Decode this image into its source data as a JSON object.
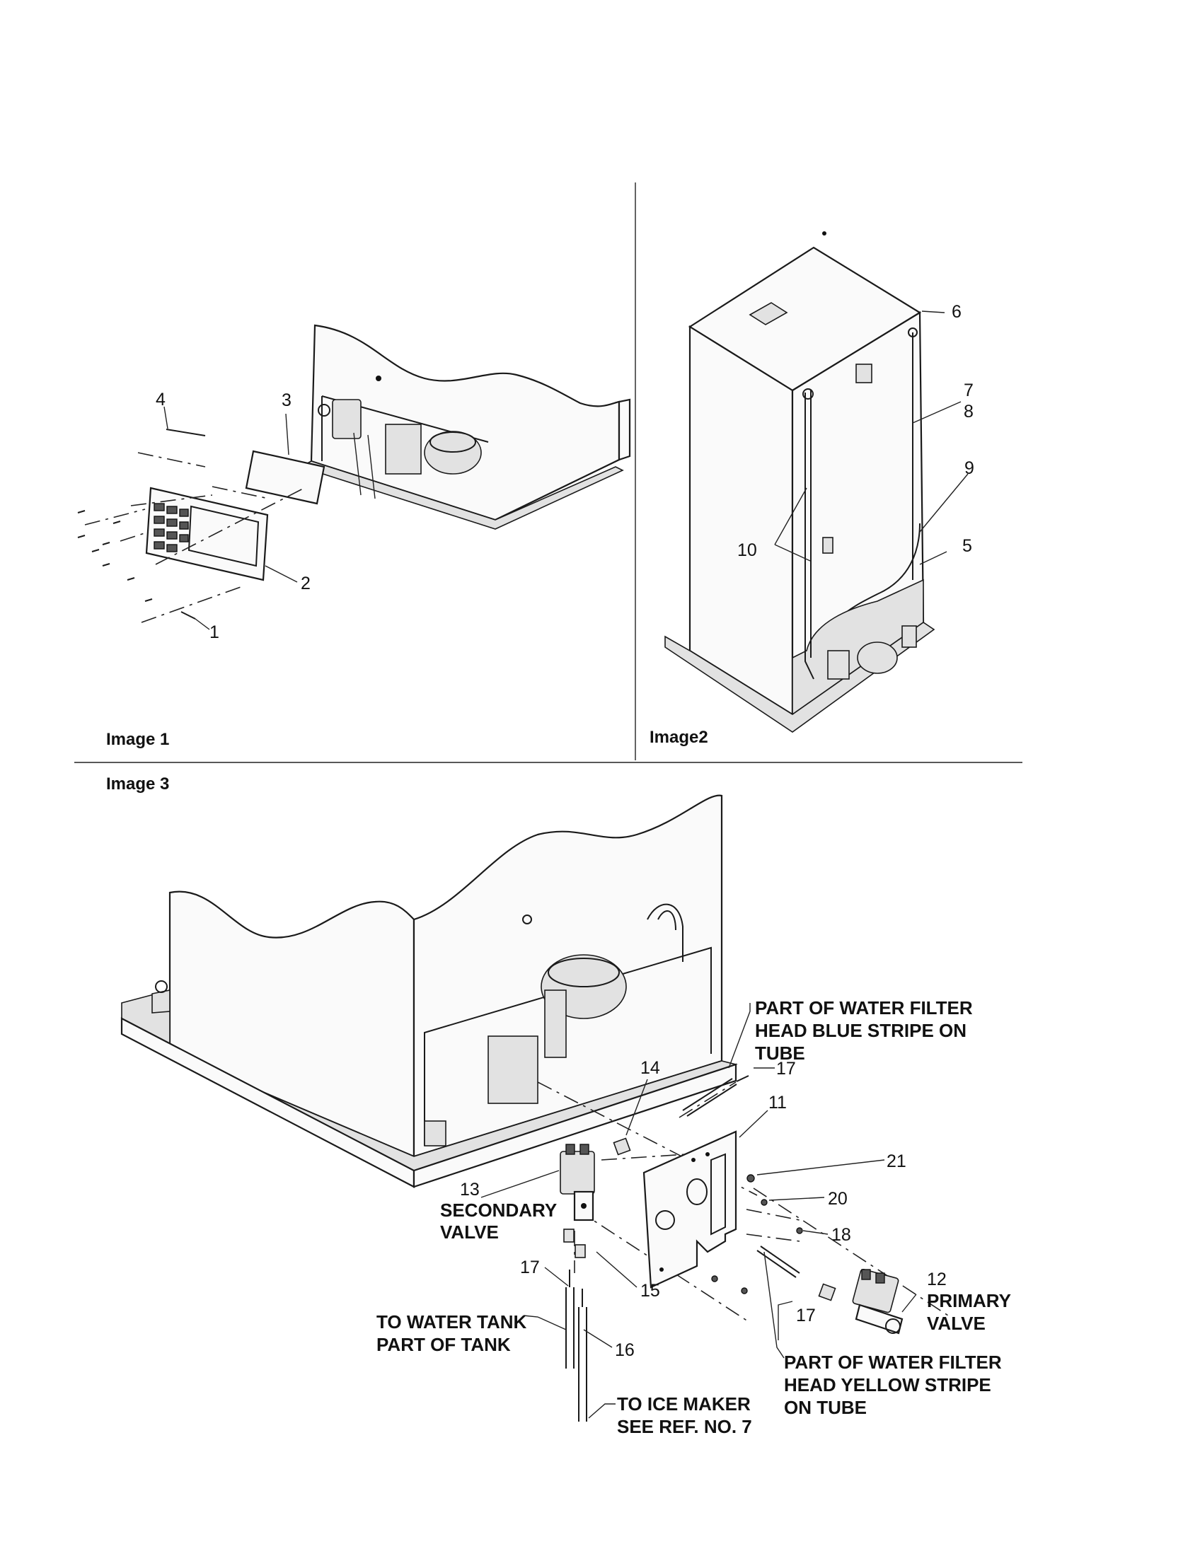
{
  "panels": {
    "image1_caption": "Image 1",
    "image2_caption": "Image2",
    "image3_caption": "Image 3"
  },
  "image1_callouts": {
    "c1": "1",
    "c2": "2",
    "c3": "3",
    "c4": "4"
  },
  "image2_callouts": {
    "c5": "5",
    "c6": "6",
    "c7": "7",
    "c8": "8",
    "c9": "9",
    "c10": "10"
  },
  "image3_callouts": {
    "c11": "11",
    "c12": "12",
    "c13": "13",
    "c14": "14",
    "c15": "15",
    "c16": "16",
    "c17a": "17",
    "c17b": "17",
    "c17c": "17",
    "c18": "18",
    "c20": "20",
    "c21": "21"
  },
  "notes": {
    "blue_stripe": [
      "PART OF WATER FILTER",
      "HEAD BLUE STRIPE ON",
      "TUBE"
    ],
    "secondary_valve": [
      "SECONDARY",
      "VALVE"
    ],
    "primary_valve": [
      "PRIMARY",
      "VALVE"
    ],
    "water_tank": [
      "TO WATER TANK",
      "PART OF TANK"
    ],
    "yellow_stripe": [
      "PART OF WATER FILTER",
      "HEAD YELLOW STRIPE",
      "ON TUBE"
    ],
    "ice_maker": [
      "TO ICE MAKER",
      "SEE REF. NO. 7"
    ]
  }
}
